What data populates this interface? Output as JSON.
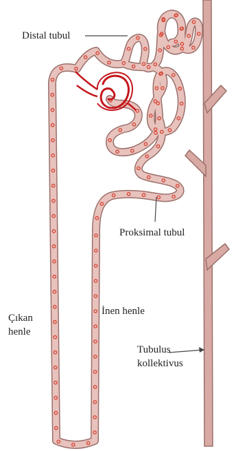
{
  "labels": {
    "distal_tubul": "Distal tubul",
    "proksimal_tubul": "Proksimal tubul",
    "inen_henle": "İnen henle",
    "cikan_henle_line1": "Çıkan",
    "cikan_henle_line2": "henle",
    "tubulus_line1": "Tubulus",
    "tubulus_line2": "kollektivus"
  },
  "colors": {
    "tubule_fill": "#e8c2bd",
    "tubule_edge": "#9a6f6a",
    "duct_fill": "#d9aaa4",
    "dots": "#d94a3a",
    "glomerulus": "#c4161c",
    "leader": "#444444"
  }
}
